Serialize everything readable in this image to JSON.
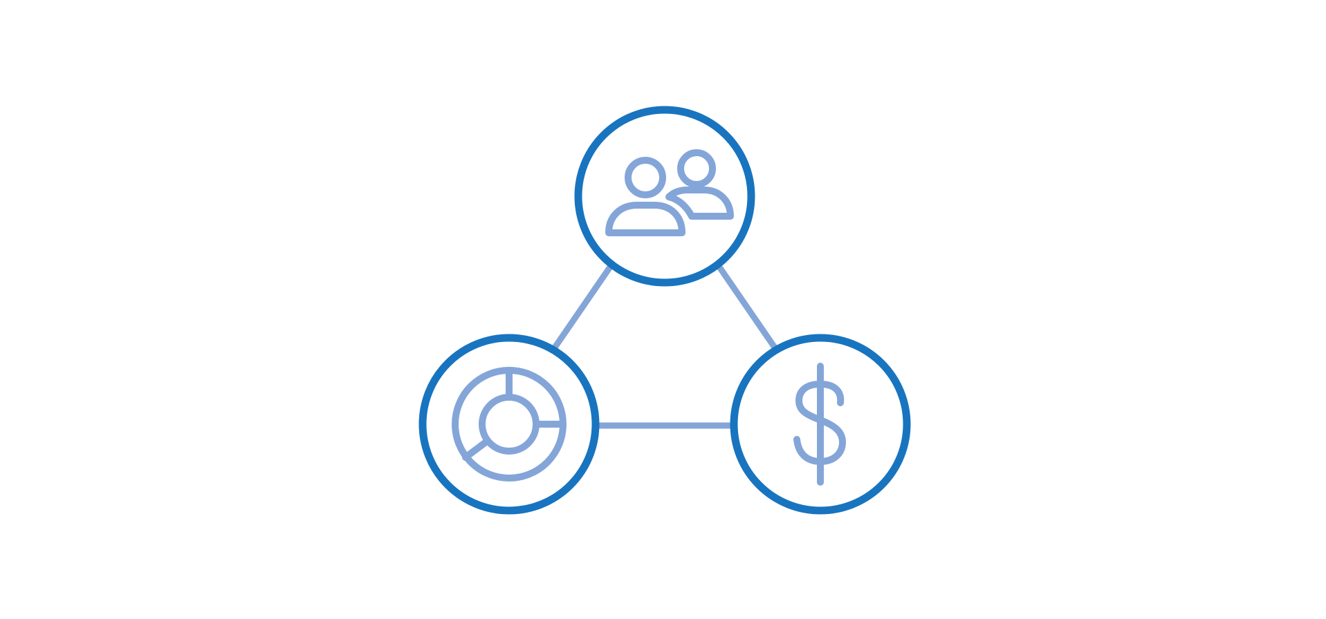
{
  "colors": {
    "ring": "#1874bf",
    "accent": "#84a5d8",
    "background": "#ffffff"
  },
  "diagram": {
    "nodes": [
      {
        "id": "top",
        "icon": "users-icon"
      },
      {
        "id": "left",
        "icon": "pie-chart-icon"
      },
      {
        "id": "right",
        "icon": "dollar-sign-icon"
      }
    ],
    "edges": [
      {
        "from": "top",
        "to": "left"
      },
      {
        "from": "top",
        "to": "right"
      },
      {
        "from": "left",
        "to": "right"
      }
    ]
  }
}
